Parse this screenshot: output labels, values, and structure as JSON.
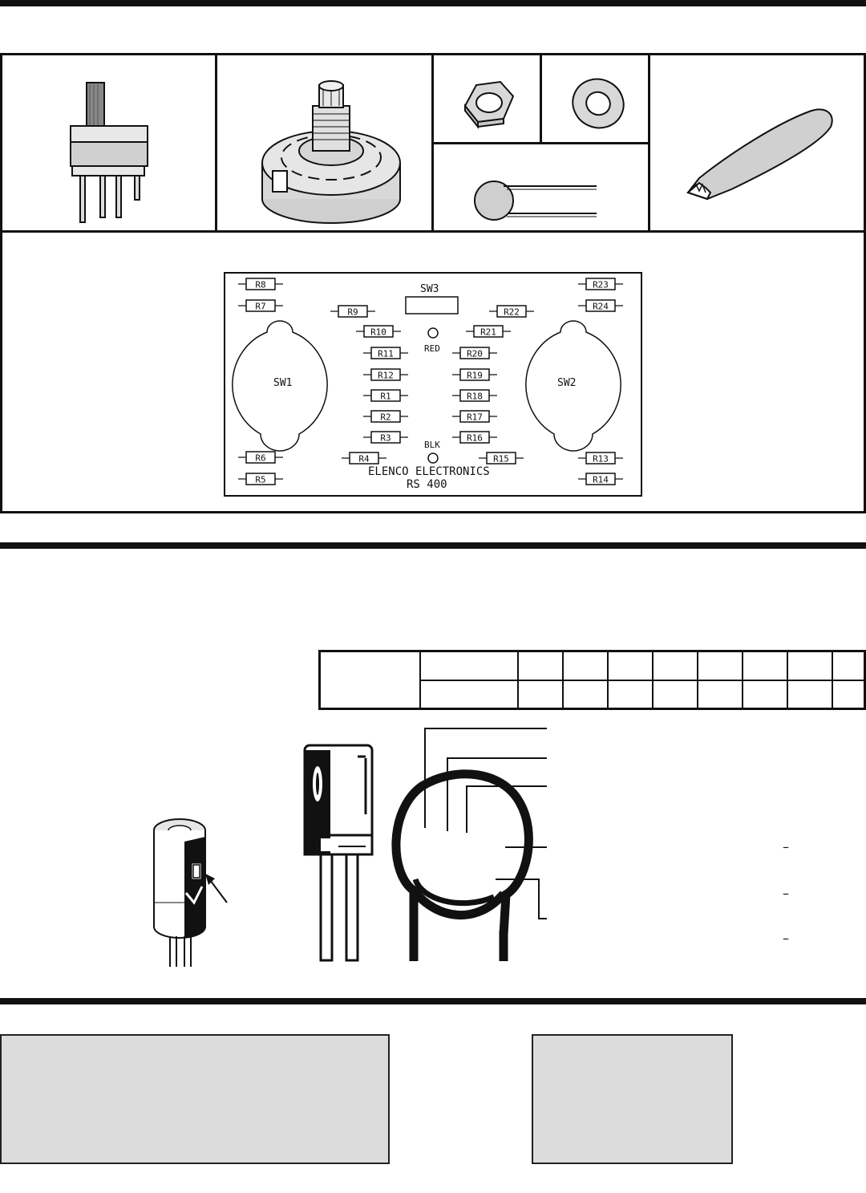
{
  "pcb": {
    "title": "ELENCO ELECTRONICS",
    "model": "RS 400",
    "sw1": "SW1",
    "sw2": "SW2",
    "sw3": "SW3",
    "red": "RED",
    "blk": "BLK",
    "resistors": [
      "R1",
      "R2",
      "R3",
      "R4",
      "R5",
      "R6",
      "R7",
      "R8",
      "R9",
      "R10",
      "R11",
      "R12",
      "R13",
      "R14",
      "R15",
      "R16",
      "R17",
      "R18",
      "R19",
      "R20",
      "R21",
      "R22",
      "R23",
      "R24"
    ]
  },
  "parts": {
    "slide_switch": "slide-switch",
    "rotary_switch": "rotary-switch",
    "hex_nut": "hex-nut",
    "flat_washer": "flat-washer",
    "disc_capacitor": "disc-capacitor",
    "alligator_clip": "alligator-clip"
  },
  "capacitor_marks": [
    "–",
    "–",
    "–"
  ],
  "colors": {
    "line": "#111111",
    "panel_gray": "#dcdcdc",
    "part_gray": "#cfcfcf"
  }
}
